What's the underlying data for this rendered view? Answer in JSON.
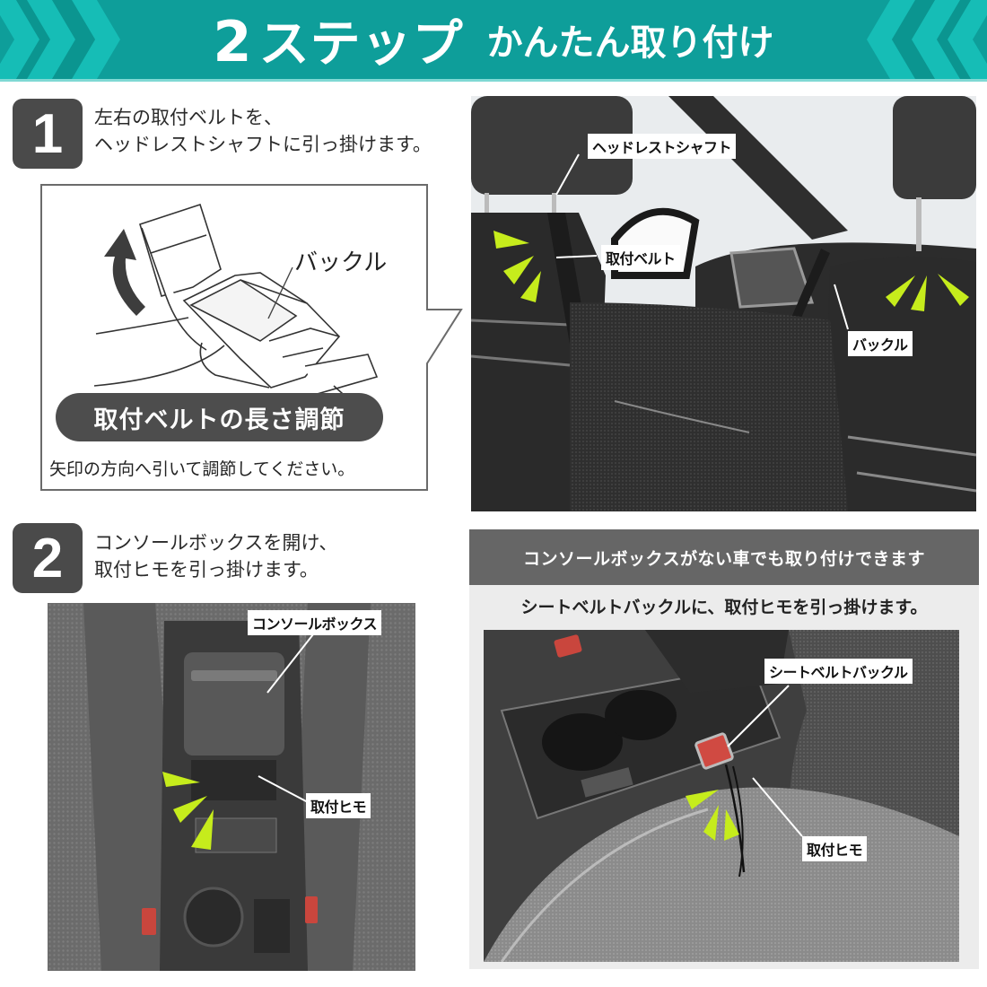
{
  "banner": {
    "number": "2",
    "title": "ステップ",
    "subtitle": "かんたん取り付け",
    "colors": {
      "background": "#0e9e9a",
      "chevron_light": "#16bdb6",
      "chevron_dark": "#0a8f8b",
      "underline": "#7fd9d4"
    }
  },
  "step1": {
    "badge": "1",
    "lines": [
      "左右の取付ベルトを、",
      "ヘッドレストシャフトに引っ掛けます。"
    ],
    "illustration": {
      "buckle_label": "バックル",
      "pill_label": "取付ベルトの長さ調節",
      "note": "矢印の方向へ引いて調節してください。",
      "arrow_icon": "curved-up-arrow-icon"
    },
    "photo": {
      "labels": {
        "headrest_shaft": "ヘッドレストシャフト",
        "belt": "取付ベルト",
        "buckle": "バックル"
      }
    }
  },
  "step2": {
    "badge": "2",
    "lines": [
      "コンソールボックスを開け、",
      "取付ヒモを引っ掛けます。"
    ],
    "photo": {
      "labels": {
        "console_box": "コンソールボックス",
        "strap": "取付ヒモ"
      }
    }
  },
  "alt": {
    "header": "コンソールボックスがない車でも取り付けできます",
    "subtitle": "シートベルトバックルに、取付ヒモを引っ掛けます。",
    "photo": {
      "labels": {
        "seatbelt_buckle": "シートベルトバックル",
        "strap": "取付ヒモ"
      }
    }
  },
  "accent_colors": {
    "highlight": "#c6ec1c",
    "badge": "#4a4a4a",
    "pill": "#4d4d4d",
    "alt_header": "#666666"
  }
}
